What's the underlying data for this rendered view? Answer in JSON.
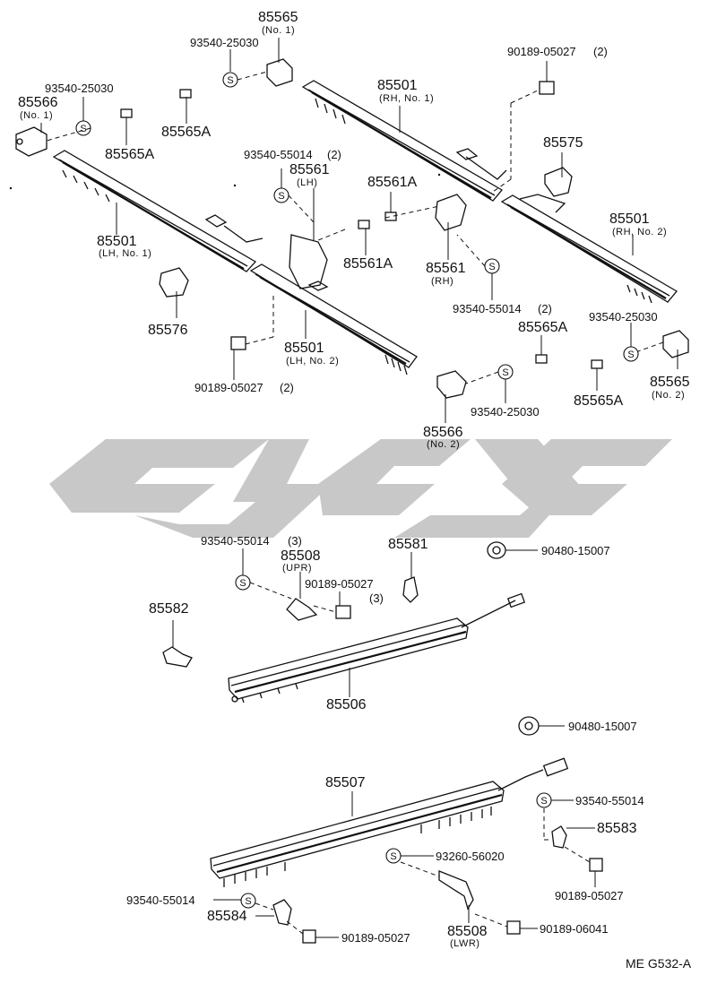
{
  "labels": {
    "p85565_top": "85565",
    "p85565_top_sub": "(No. 1)",
    "s93540_25030_a": "93540-25030",
    "s93540_25030_b": "93540-25030",
    "p85566_top": "85566",
    "p85566_top_sub": "(No. 1)",
    "p85565A_a": "85565A",
    "p85565A_b": "85565A",
    "p85501_rh1": "85501",
    "p85501_rh1_sub": "(RH, No. 1)",
    "p90189_05027_top": "90189-05027",
    "p90189_05027_top_qty": "(2)",
    "p85575": "85575",
    "s93540_55014_lh": "93540-55014",
    "s93540_55014_lh_qty": "(2)",
    "p85561_lh": "85561",
    "p85561_lh_sub": "(LH)",
    "p85561A_a": "85561A",
    "p85561A_b": "85561A",
    "p85501_lh1": "85501",
    "p85501_lh1_sub": "(LH, No. 1)",
    "p85561_rh": "85561",
    "p85561_rh_sub": "(RH)",
    "p85501_rh2": "85501",
    "p85501_rh2_sub": "(RH, No. 2)",
    "s93540_55014_rh": "93540-55014",
    "s93540_55014_rh_qty": "(2)",
    "p85576": "85576",
    "p85501_lh2": "85501",
    "p85501_lh2_sub": "(LH, No. 2)",
    "s93540_25030_c": "93540-25030",
    "p85565A_c": "85565A",
    "p85565_r": "85565",
    "p85565_r_sub": "(No. 2)",
    "p85565A_d": "85565A",
    "p90189_05027_left": "90189-05027",
    "p90189_05027_left_qty": "(2)",
    "s93540_25030_d": "93540-25030",
    "p85566_b": "85566",
    "p85566_b_sub": "(No. 2)",
    "s93540_55014_3": "93540-55014",
    "s93540_55014_3_qty": "(3)",
    "p85508_upr": "85508",
    "p85508_upr_sub": "(UPR)",
    "p90189_05027_mid": "90189-05027",
    "p90189_05027_mid_qty": "(3)",
    "p85581": "85581",
    "p90480_15007_a": "90480-15007",
    "p85582": "85582",
    "p85506": "85506",
    "p90480_15007_b": "90480-15007",
    "p85507": "85507",
    "s93540_55014_r": "93540-55014",
    "p85583": "85583",
    "s93260_56020": "93260-56020",
    "p90189_05027_r": "90189-05027",
    "s93540_55014_l": "93540-55014",
    "p85584": "85584",
    "p90189_06041": "90189-06041",
    "p90189_05027_bot": "90189-05027",
    "p85508_lwr": "85508",
    "p85508_lwr_sub": "(LWR)",
    "ref_code": "ME  G532-A"
  },
  "symbols": {
    "screw_mark": "S"
  },
  "colors": {
    "ink": "#111111",
    "watermark": "#c8c8c8"
  }
}
